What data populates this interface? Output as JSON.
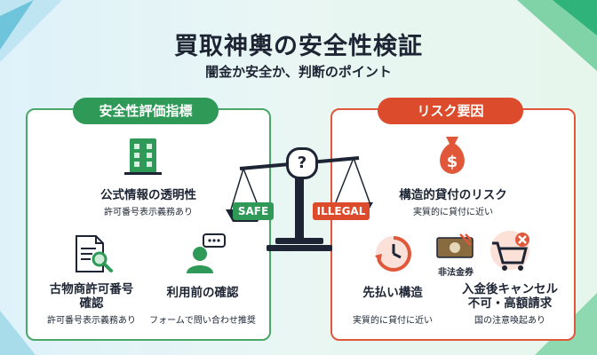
{
  "title": "買取神輿の安全性検証",
  "subtitle": "闇金か安全か、判断のポイント",
  "left": {
    "label": "安全性評価指標",
    "main": {
      "heading": "公式情報の透明性",
      "note": "許可番号表示義務あり"
    },
    "items": [
      {
        "heading": "古物商許可番号\n確認",
        "note": "許可番号表示義務あり"
      },
      {
        "heading": "利用前の確認",
        "note": "フォームで問い合わせ推奨"
      }
    ]
  },
  "right": {
    "label": "リスク要因",
    "main": {
      "heading": "構造的貸付のリスク",
      "note": "実質的に貸付に近い"
    },
    "money_tag": "非法金券",
    "items": [
      {
        "heading": "先払い構造",
        "note": "実質的に貸付に近い"
      },
      {
        "heading": "入金後キャンセル\n不可・高額請求",
        "note": "国の注意喚起あり"
      }
    ]
  },
  "scale": {
    "safe": "SAFE",
    "illegal": "ILLEGAL",
    "symbol": "?"
  },
  "colors": {
    "safe": "#2f9a57",
    "risk": "#dc4b2b",
    "dark": "#1d2433"
  },
  "icons": [
    "building-icon",
    "document-search-icon",
    "person-chat-icon",
    "money-bag-icon",
    "clock-arrow-icon",
    "banknote-icon",
    "cart-cancel-icon",
    "balance-scale-icon"
  ]
}
